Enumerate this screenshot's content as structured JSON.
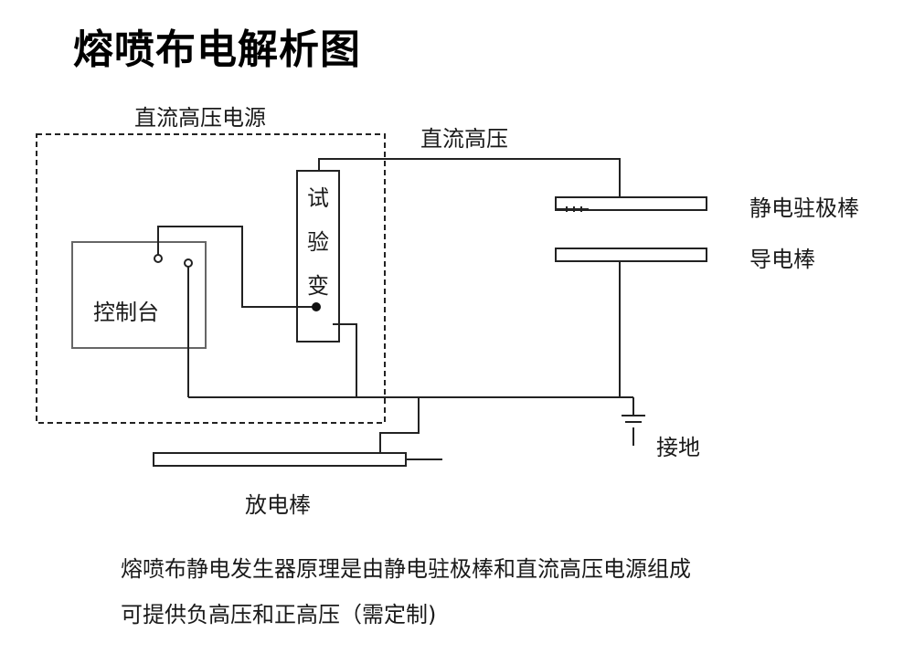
{
  "title": "熔喷布电解析图",
  "labels": {
    "power_supply": "直流高压电源",
    "dc_high_voltage": "直流高压",
    "control_console": "控制台",
    "transformer_chars": [
      "试",
      "验",
      "变"
    ],
    "electret_bar": "静电驻极棒",
    "conductive_bar": "导电棒",
    "ground": "接地",
    "discharge_bar": "放电棒"
  },
  "caption": {
    "line1": "熔喷布静电发生器原理是由静电驻极棒和直流高压电源组成",
    "line2": "可提供负高压和正高压（需定制)"
  }
}
